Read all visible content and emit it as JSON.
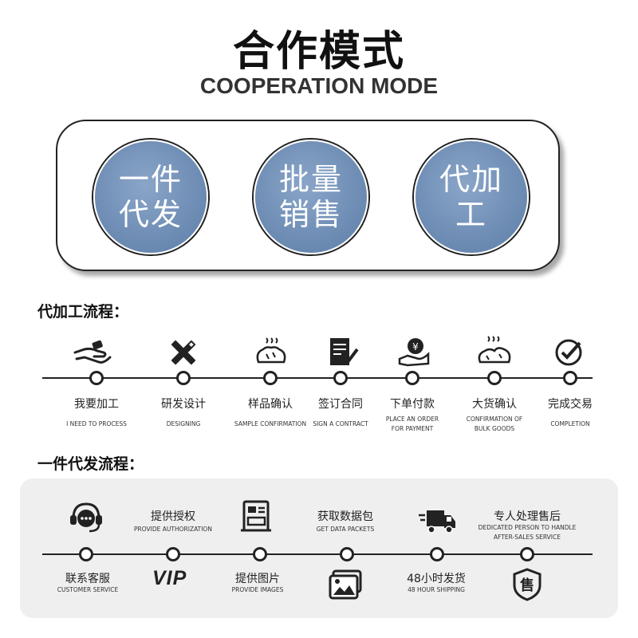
{
  "header": {
    "title": "合作模式",
    "subtitle": "COOPERATION MODE"
  },
  "modes": [
    {
      "label": "一件代发"
    },
    {
      "label": "批量销售"
    },
    {
      "label": "代加工"
    }
  ],
  "oem": {
    "title": "代加工流程：",
    "steps": [
      {
        "cn": "我要加工",
        "en": "I NEED TO PROCESS",
        "icon": "hand-icon"
      },
      {
        "cn": "研发设计",
        "en": "DESIGNING",
        "icon": "design-tools-icon"
      },
      {
        "cn": "样品确认",
        "en": "SAMPLE CONFIRMATION",
        "icon": "bread-sample-icon"
      },
      {
        "cn": "签订合同",
        "en": "SIGN A CONTRACT",
        "icon": "contract-icon"
      },
      {
        "cn": "下单付款",
        "en": "PLACE AN ORDER FOR PAYMENT",
        "icon": "payment-icon"
      },
      {
        "cn": "大货确认",
        "en": "CONFIRMATION OF BULK GOODS",
        "icon": "bulk-goods-icon"
      },
      {
        "cn": "完成交易",
        "en": "COMPLETION",
        "icon": "check-circle-icon"
      }
    ]
  },
  "dropship": {
    "title": "一件代发流程：",
    "top_steps": [
      {
        "cn": "提供授权",
        "en": "PROVIDE AUTHORIZATION"
      },
      {
        "cn": "获取数据包",
        "en": "GET DATA PACKETS"
      },
      {
        "cn": "专人处理售后",
        "en": "DEDICATED PERSON TO HANDLE AFTER-SALES SERVICE"
      }
    ],
    "bottom_steps": [
      {
        "cn": "联系客服",
        "en": "CUSTOMER SERVICE"
      },
      {
        "cn": "提供图片",
        "en": "PROVIDE IMAGES"
      },
      {
        "cn": "48小时发货",
        "en": "48 HOUR SHIPPING"
      }
    ],
    "vip_text": "VIP",
    "after_sales_glyph": "售",
    "icons": [
      "customer-service-icon",
      "authorization-document-icon",
      "data-packet-icon",
      "delivery-truck-icon",
      "vip-icon",
      "images-icon",
      "after-sales-shield-icon"
    ]
  }
}
